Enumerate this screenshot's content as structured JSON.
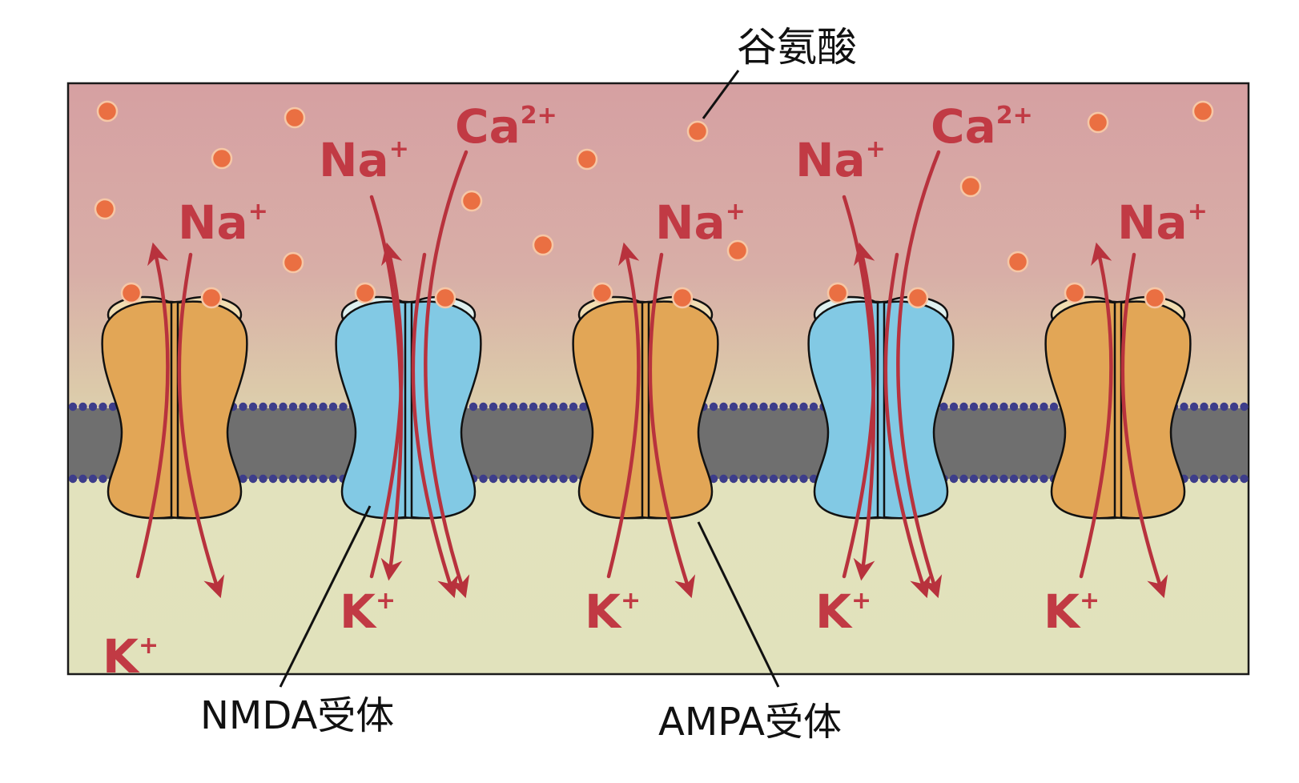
{
  "labels": {
    "glutamate": "谷氨酸",
    "nmda": "NMDA受体",
    "ampa": "AMPA受体"
  },
  "ions": {
    "na": {
      "base": "Na",
      "sup": "+"
    },
    "ca": {
      "base": "Ca",
      "sup": "2+"
    },
    "k": {
      "base": "K",
      "sup": "+"
    }
  },
  "channels": [
    {
      "receptor": "AMPA",
      "ions_in": [
        "Na+"
      ],
      "ions_out": [
        "K+"
      ]
    },
    {
      "receptor": "NMDA",
      "ions_in": [
        "Na+",
        "Ca2+"
      ],
      "ions_out": [
        "K+"
      ]
    },
    {
      "receptor": "AMPA",
      "ions_in": [
        "Na+"
      ],
      "ions_out": [
        "K+"
      ]
    },
    {
      "receptor": "NMDA",
      "ions_in": [
        "Na+",
        "Ca2+"
      ],
      "ions_out": [
        "K+"
      ]
    },
    {
      "receptor": "AMPA",
      "ions_in": [
        "Na+"
      ],
      "ions_out": [
        "K+"
      ]
    }
  ],
  "colors": {
    "extracellular_top": "#d8a3a5",
    "extracellular_mid": "#d9b9a6",
    "intracellular": "#e2e3bd",
    "ampa_receptor": "#e2a656",
    "nmda_receptor": "#82c9e4",
    "glutamate": "#ea6f42",
    "ion_arrow": "#b8323d",
    "membrane_core": "#707070",
    "lipid_head": "#3d3d8a"
  }
}
